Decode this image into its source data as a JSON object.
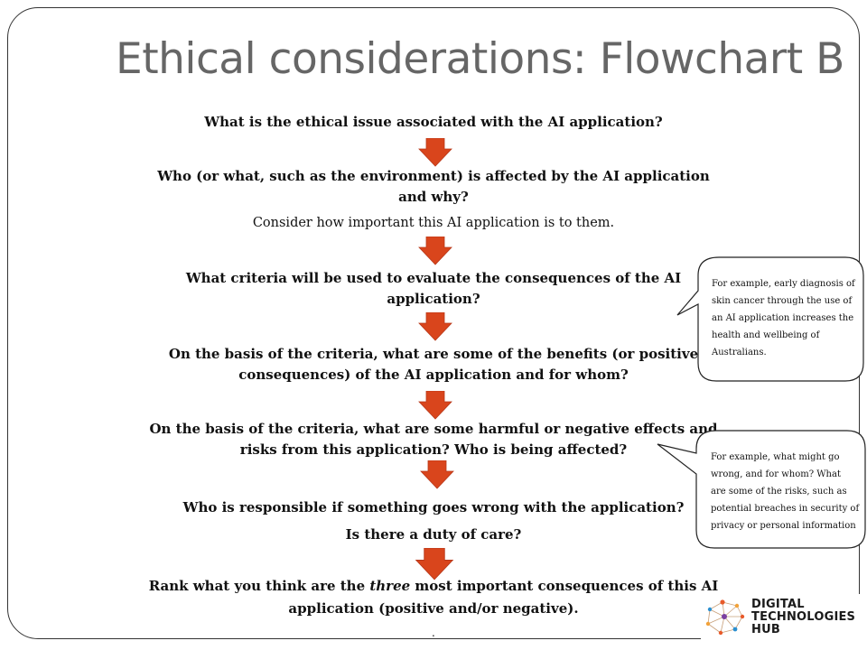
{
  "slide": {
    "title": "Ethical considerations: Flowchart B",
    "steps": [
      {
        "line1": "What is the ethical issue associated with the AI application?"
      },
      {
        "line1": "Who (or what, such as the environment) is affected by the AI application",
        "line2": "and why?",
        "note": "Consider how important this AI application is to them."
      },
      {
        "line1": "What criteria will be used to evaluate the consequences of the AI",
        "line2": "application?"
      },
      {
        "line1": "On the basis of the criteria, what are some of the benefits (or positive",
        "line2": "consequences) of the AI application and for whom?"
      },
      {
        "line1": "On the basis of the criteria, what are some harmful or negative effects and",
        "line2": "risks from this application? Who is being affected?"
      },
      {
        "line1": "Who is responsible if something goes wrong with the application?",
        "line2": "Is there a duty of care?"
      },
      {
        "line1_pre": "Rank what you think are the ",
        "line1_em": "three",
        "line1_post": " most important consequences of this AI",
        "line2": "application (positive and/or negative)."
      }
    ],
    "trailing_dot": ".",
    "callouts": [
      {
        "lines": [
          "For example, early diagnosis of",
          "skin cancer through the use of",
          "an AI application increases the",
          "health and wellbeing of",
          "Australians."
        ]
      },
      {
        "lines": [
          "For example, what might go",
          "wrong, and for whom? What",
          "are some of the risks, such as",
          "potential breaches in security of",
          "privacy or personal information"
        ]
      }
    ],
    "logo": {
      "line1": "DIGITAL",
      "line2": "TECHNOLOGIES",
      "line3": "HUB"
    },
    "colors": {
      "arrow": "#d9451c",
      "arrow_edge": "#b8381a",
      "title": "#666666"
    }
  }
}
